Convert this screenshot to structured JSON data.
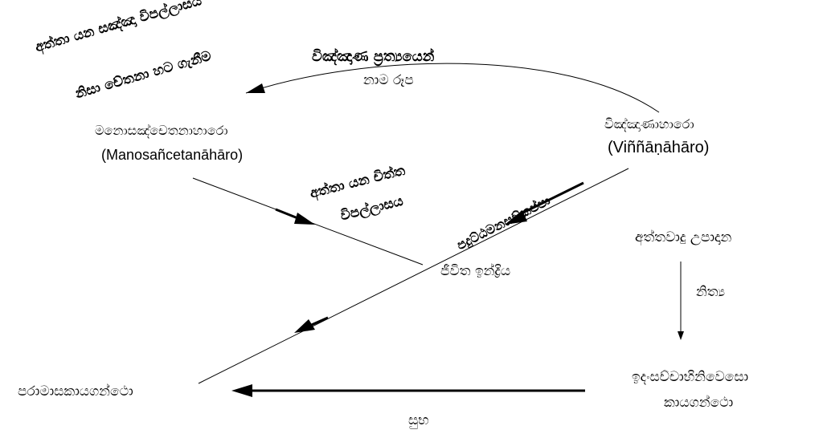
{
  "diagram": {
    "nodes": {
      "manosancetana_si": "මනොසඤ්චෙතනාහාරො",
      "manosancetana_pali": "(Manosañcetanāhāro)",
      "vinnana_si": "විඤ්ඤාණාහාරො",
      "vinnana_pali": "(Viññāṇāhāro)",
      "paramasa": "පරාමාසකායගන්ථො",
      "idamsacca_line1": "ඉදංසච්චාභිනිවෙසො",
      "idamsacca_line2": "කායගන්ථො",
      "jivita": "ජීවිත ඉන්ද්‍රිය",
      "attavada": "අත්තවාදු උපාදාන"
    },
    "annotations": {
      "sanna_vipallasa_line1": "අත්තා යන සඤ්ඤා විපල්ලාසය",
      "sanna_vipallasa_line2": "නිසා චේතනා හට ගැනීම",
      "vinnana_paccaya_line1": "විඤ්ඤාණ ප්‍රත්‍යයෙන්",
      "vinnana_paccaya_line2": "නාම රූප",
      "citta_vipallasa_line1": "අත්තා යන චිත්ත",
      "citta_vipallasa_line2": "විපල්ලාසය",
      "paticca_manasikappa": "පදුට්ඨමනසඞ්කප්පා",
      "nicca": "නිත්‍ය",
      "subha": "සුභ"
    }
  }
}
